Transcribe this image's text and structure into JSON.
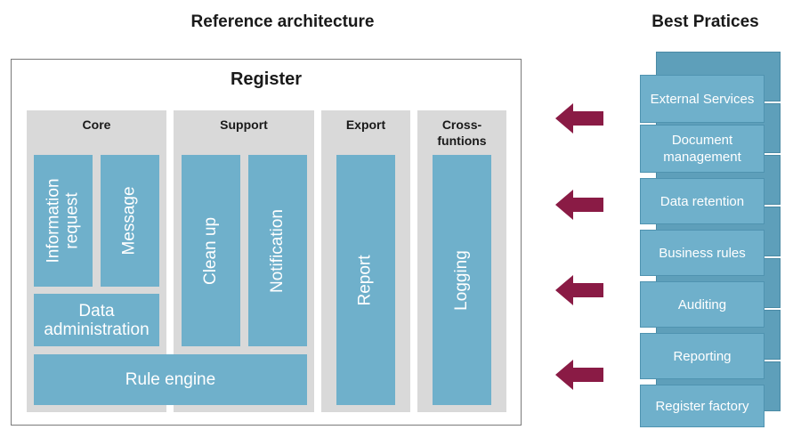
{
  "headings": {
    "reference": "Reference architecture",
    "best_practices": "Best Pratices"
  },
  "register": {
    "title": "Register",
    "panels": {
      "core": "Core",
      "support": "Support",
      "export": "Export",
      "cross": "Cross-\nfuntions"
    },
    "boxes": {
      "information_request": "Information\nrequest",
      "message": "Message",
      "data_administration": "Data\nadministration",
      "rule_engine": "Rule engine",
      "clean_up": "Clean up",
      "notification": "Notification",
      "report": "Report",
      "logging": "Logging"
    }
  },
  "best_practices": [
    "External Services",
    "Document\nmanagement",
    "Data retention",
    "Business rules",
    "Auditing",
    "Reporting",
    "Register factory"
  ],
  "colors": {
    "box_blue": "#6fb0cb",
    "panel_grey": "#d9d9d9",
    "arrow": "#8a1b45"
  }
}
